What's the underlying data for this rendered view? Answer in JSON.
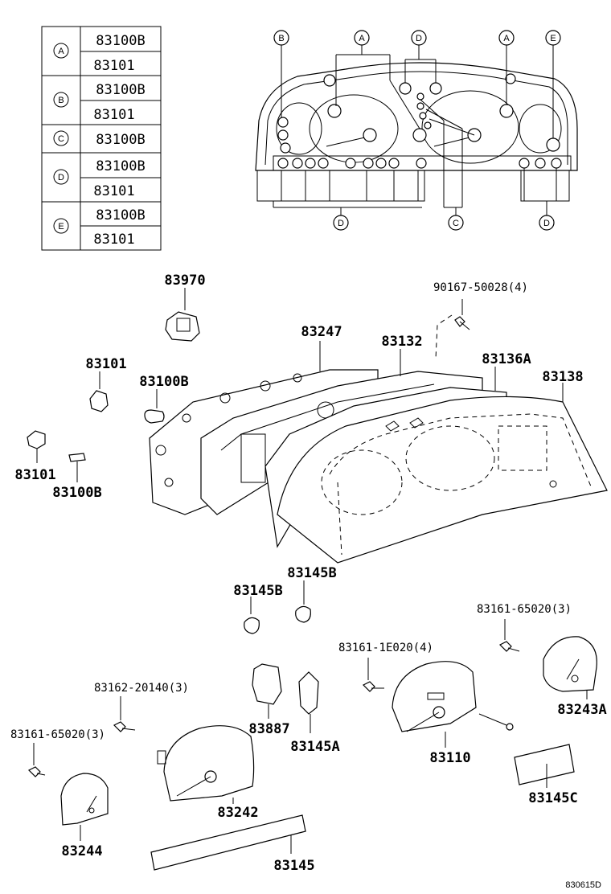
{
  "table": {
    "rows": [
      {
        "letter": "A",
        "parts": [
          "83100B",
          "83101"
        ]
      },
      {
        "letter": "B",
        "parts": [
          "83100B",
          "83101"
        ]
      },
      {
        "letter": "C",
        "parts": [
          "83100B"
        ]
      },
      {
        "letter": "D",
        "parts": [
          "83100B",
          "83101"
        ]
      },
      {
        "letter": "E",
        "parts": [
          "83100B",
          "83101"
        ]
      }
    ]
  },
  "callouts": {
    "top_B": "B",
    "top_A1": "A",
    "top_D": "D",
    "top_A2": "A",
    "top_E": "E",
    "bot_D1": "D",
    "bot_C": "C",
    "bot_D2": "D"
  },
  "labels": {
    "p83970": "83970",
    "p90167": "90167-50028(4)",
    "p83247": "83247",
    "p83132": "83132",
    "p83136A": "83136A",
    "p83138": "83138",
    "p83101a": "83101",
    "p83100Ba": "83100B",
    "p83101b": "83101",
    "p83100Bb": "83100B",
    "p83145Ba": "83145B",
    "p83145Bb": "83145B",
    "p83161_65020a": "83161-65020(3)",
    "p83161_1E020": "83161-1E020(4)",
    "p83162": "83162-20140(3)",
    "p83161_65020b": "83161-65020(3)",
    "p83887": "83887",
    "p83145A": "83145A",
    "p83110": "83110",
    "p83243A": "83243A",
    "p83242": "83242",
    "p83145C": "83145C",
    "p83244": "83244",
    "p83145": "83145"
  },
  "drawing_id": "830615D"
}
